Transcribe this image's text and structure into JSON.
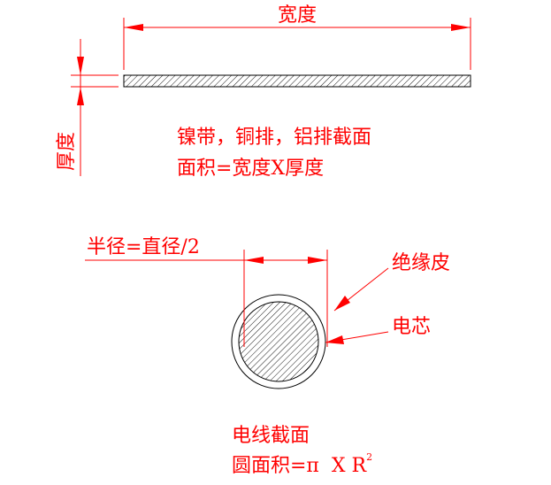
{
  "colors": {
    "annotation": "#ff0000",
    "outline": "#000000",
    "hatch": "#000000",
    "background": "#ffffff"
  },
  "strip_section": {
    "width_label": "宽度",
    "thickness_label": "厚度",
    "caption_line1": "镍带，铜排，铝排截面",
    "caption_line2": "面积=宽度X厚度"
  },
  "wire_section": {
    "radius_label": "半径=直径/2",
    "insulation_label": "绝缘皮",
    "core_label": "电芯",
    "caption_line1": "电线截面",
    "caption_line2": "圆面积=π  X R",
    "caption_superscript": "2"
  }
}
